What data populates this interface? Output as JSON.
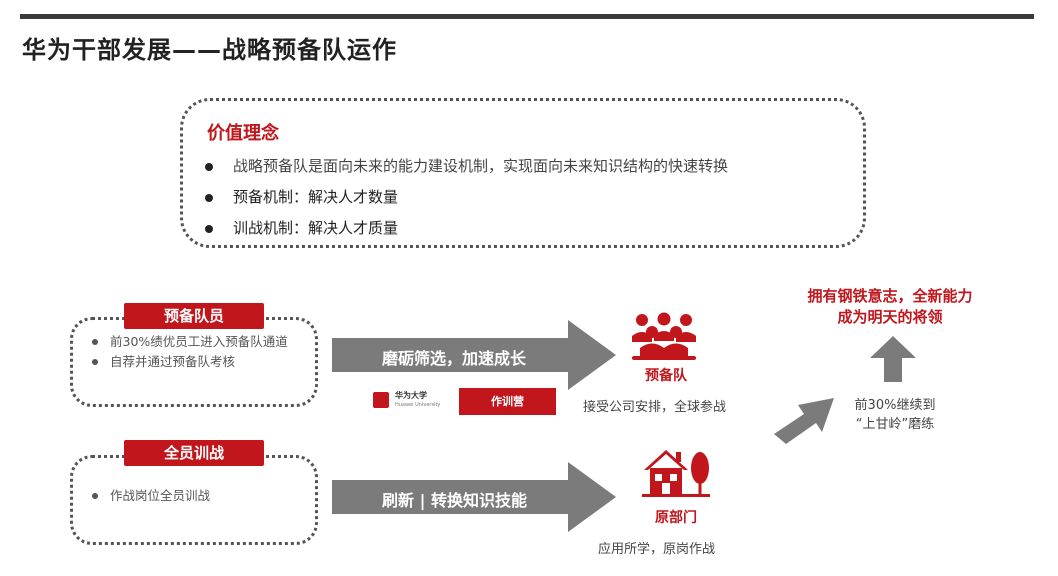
{
  "title": "华为干部发展——战略预备队运作",
  "values": {
    "heading": "价值理念",
    "items": [
      "战略预备队是面向未来的能力建设机制，实现面向未来知识结构的快速转换",
      "预备机制：解决人才数量",
      "训战机制：解决人才质量"
    ]
  },
  "reserve": {
    "label": "预备队员",
    "items": [
      "前30%绩优员工进入预备队通道",
      "自荐并通过预备队考核"
    ],
    "arrow_text": "磨砺筛选，加速成长",
    "logo_text": "华为大学",
    "logo_subtext": "Huawei University",
    "badge": "作训营",
    "icon_name": "team-icon",
    "icon_label": "预备队",
    "caption": "接受公司安排，全球参战"
  },
  "training": {
    "label": "全员训战",
    "items": [
      "作战岗位全员训战"
    ],
    "arrow_text": "刷新 | 转换知识技能",
    "icon_name": "house-tree-icon",
    "icon_label": "原部门",
    "caption": "应用所学，原岗作战"
  },
  "goal": {
    "line1": "拥有钢铁意志，全新能力",
    "line2": "成为明天的将领",
    "sub_line1": "前30%继续到",
    "sub_line2": "“上甘岭”磨练"
  },
  "colors": {
    "accent": "#c0161c",
    "arrow": "#7b7b7b"
  }
}
